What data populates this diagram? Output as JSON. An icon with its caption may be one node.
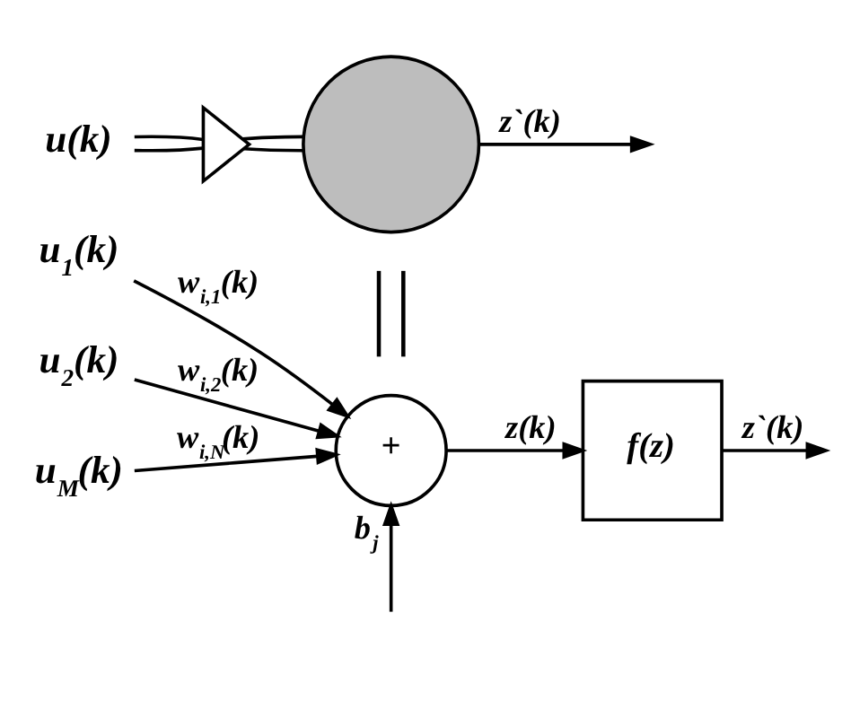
{
  "diagram": {
    "nodes": [
      {
        "text": [
          "u(k)"
        ]
      },
      {
        "text": [],
        "shape": "triangle"
      },
      {
        "text": [],
        "shape": "circle"
      },
      {
        "text": [
          "u$_{1}$(k)"
        ]
      },
      {
        "text": [
          "u$_{2}$(k)"
        ]
      },
      {
        "text": [
          "+"
        ]
      },
      {
        "text": [
          "f(z)"
        ]
      },
      {
        "text": [
          "u$_{M}$(k)"
        ]
      }
    ],
    "edges": [
      {
        "from": 0,
        "to": 1,
        "arrow": "none"
      },
      {
        "from": 0,
        "to": 1,
        "arrow": "none"
      },
      {
        "from": 1,
        "to": 2,
        "arrow": "none"
      },
      {
        "from": 1,
        "to": 2,
        "arrow": "none"
      },
      {
        "from": 2,
        "to": null,
        "arrow": "to",
        "label": "z`(k)"
      },
      {
        "from": 3,
        "to": 5,
        "arrow": "to",
        "label": "w$_{i,1}$(k)"
      },
      {
        "from": 4,
        "to": 5,
        "arrow": "to",
        "label": "w$_{i,2}$(k)"
      },
      {
        "from": 7,
        "to": 5,
        "arrow": "to",
        "label": "w$_{i,N}$(k)"
      },
      {
        "from": null,
        "to": 5,
        "arrow": "to",
        "label": "b$_{j}$"
      },
      {
        "from": 5,
        "to": 6,
        "arrow": "to",
        "label": "z(k)"
      },
      {
        "from": 6,
        "to": null,
        "arrow": "to",
        "label": "z`(k)"
      }
    ]
  }
}
